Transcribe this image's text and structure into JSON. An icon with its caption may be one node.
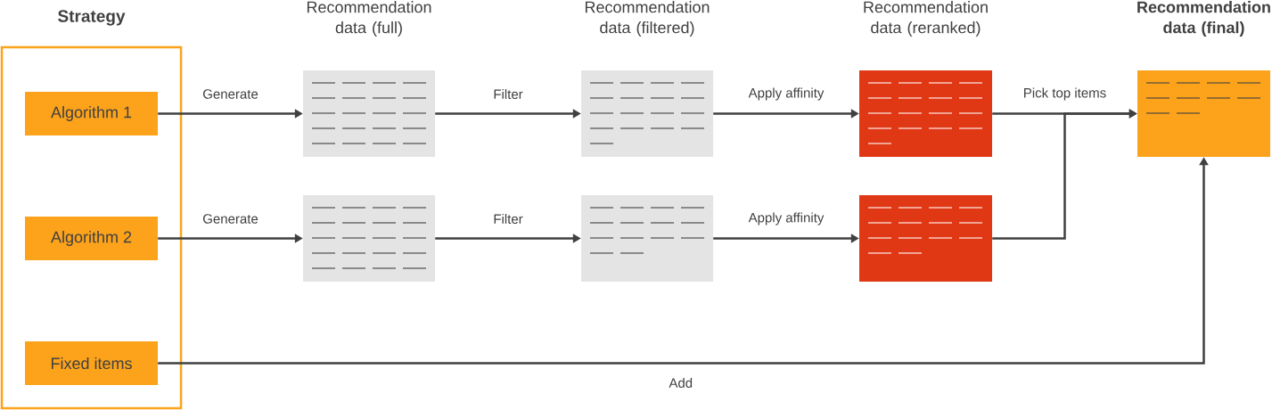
{
  "diagram": {
    "nodes": [
      {
        "text": [
          "Strategy"
        ]
      },
      {
        "text": [
          "Algorithm 1"
        ],
        "in": 0
      },
      {
        "text": [
          "Algorithm 2"
        ],
        "in": 0
      },
      {
        "text": [
          "Fixed items"
        ],
        "in": 0
      },
      {
        "text": [],
        "shape": "box",
        "beside": [
          "Recommendation data (full)"
        ]
      },
      {
        "text": [],
        "shape": "box"
      },
      {
        "text": [],
        "shape": "box",
        "beside": [
          "Recommendation data (filtered)"
        ]
      },
      {
        "text": [],
        "shape": "box"
      },
      {
        "text": [],
        "shape": "box",
        "beside": [
          "Recommendation data (reranked)"
        ]
      },
      {
        "text": [],
        "shape": "box"
      },
      {
        "text": [
          "Recommendation data (final)"
        ]
      }
    ],
    "edges": [
      {
        "from": 1,
        "to": 4,
        "arrow": "to",
        "label": "Generate"
      },
      {
        "from": 2,
        "to": 5,
        "arrow": "to",
        "label": "Generate"
      },
      {
        "from": 4,
        "to": 6,
        "arrow": "to",
        "label": "Filter"
      },
      {
        "from": 5,
        "to": 7,
        "arrow": "to",
        "label": "Filter"
      },
      {
        "from": 6,
        "to": 8,
        "arrow": "to",
        "label": "Apply affinity"
      },
      {
        "from": 7,
        "to": 9,
        "arrow": "to",
        "label": "Apply affinity"
      },
      {
        "from": 8,
        "to": 10,
        "arrow": "to",
        "label": "Pick top items"
      },
      {
        "from": 9,
        "to": 10,
        "arrow": "to"
      },
      {
        "from": 3,
        "to": 10,
        "arrow": "to",
        "label": "Add"
      }
    ]
  }
}
